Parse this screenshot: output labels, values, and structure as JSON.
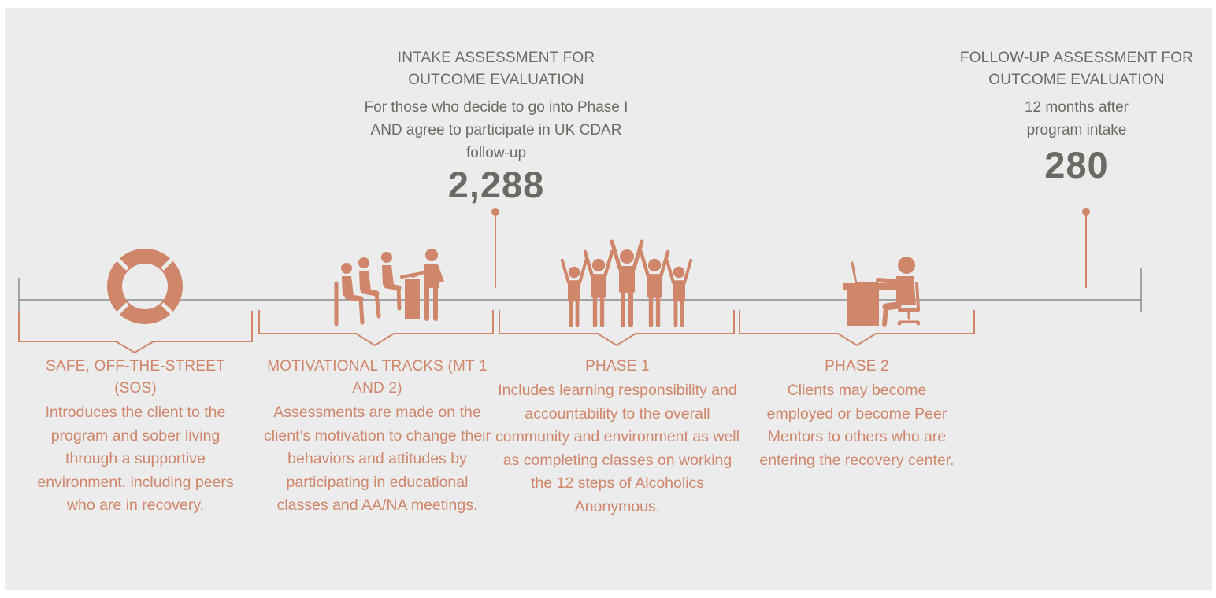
{
  "colors": {
    "accent": "#cf866a",
    "text_gray": "#6b6b63",
    "axis": "#7a7a7a",
    "background": "#ececec"
  },
  "assessments": [
    {
      "title": "INTAKE ASSESSMENT FOR OUTCOME EVALUATION",
      "description": "For those who decide to go into Phase I AND agree to participate in UK CDAR follow-up",
      "count": "2,288"
    },
    {
      "title": "FOLLOW-UP ASSESSMENT FOR OUTCOME EVALUATION",
      "description": "12 months after program intake",
      "count": "280"
    }
  ],
  "stages": [
    {
      "icon": "life-ring-icon",
      "title": "SAFE, OFF-THE-STREET (SOS)",
      "description": "Introduces the client to the program and sober living through a supportive environment, including peers who are in recovery."
    },
    {
      "icon": "meeting-group-icon",
      "title": "MOTIVATIONAL TRACKS (MT 1 AND 2)",
      "description": "Assessments are made on the client’s motivation to change their behaviors and attitudes by participating in educational classes and AA/NA meetings."
    },
    {
      "icon": "cheering-people-icon",
      "title": "PHASE 1",
      "description": "Includes learning responsibility and accountability to the overall community and environment as well as completing classes on working the 12 steps of Alcoholics Anonymous."
    },
    {
      "icon": "person-at-desk-icon",
      "title": "PHASE 2",
      "description": "Clients may become employed or become Peer Mentors to others who are entering the recovery center."
    }
  ]
}
